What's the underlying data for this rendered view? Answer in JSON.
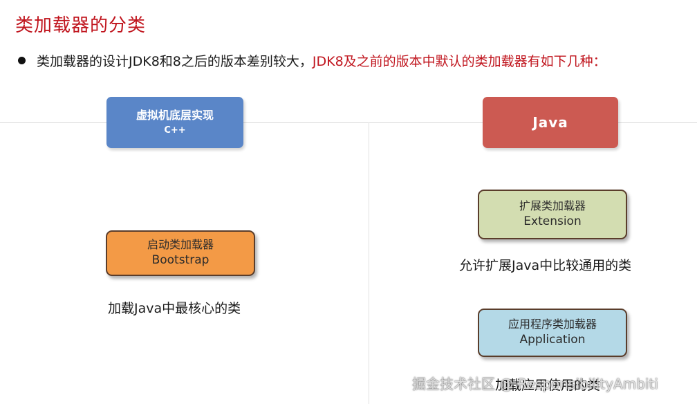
{
  "slide": {
    "title": "类加载器的分类",
    "bullet": {
      "text_black": "类加载器的设计JDK8和8之后的版本差别较大，",
      "text_red": "JDK8及之前的版本中默认的类加载器有如下几种："
    }
  },
  "left_column": {
    "header_title": "虚拟机底层实现",
    "header_sub": "C++",
    "loader": {
      "name_cn": "启动类加载器",
      "name_en": "Bootstrap"
    },
    "description": "加载Java中最核心的类"
  },
  "right_column": {
    "header_title": "Java",
    "extension": {
      "name_cn": "扩展类加载器",
      "name_en": "Extension",
      "description": "允许扩展Java中比较通用的类"
    },
    "application": {
      "name_cn": "应用程序类加载器",
      "name_en": "Application",
      "description": "加载应用使用的类"
    }
  },
  "watermark": "掘金技术社区 @ ResponsibilityAmbiti",
  "colors": {
    "title_red": "#c0141d",
    "header_blue": "#5a86c8",
    "header_red": "#cc5a52",
    "bootstrap_orange": "#f39a46",
    "extension_green": "#d3ddb1",
    "application_blue": "#b4d9e7"
  }
}
